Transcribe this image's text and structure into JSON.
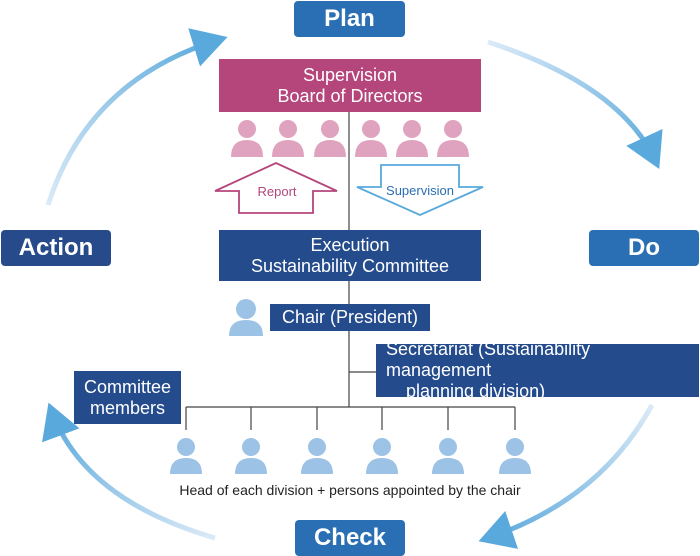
{
  "plan": "Plan",
  "do": "Do",
  "check": "Check",
  "action": "Action",
  "supervision_box": {
    "line1": "Supervision",
    "line2": "Board of Directors"
  },
  "report_label": "Report",
  "supervision_label": "Supervision",
  "execution_box": {
    "line1": "Execution",
    "line2": "Sustainability Committee"
  },
  "chair_label": "Chair (President)",
  "secretariat": {
    "line1": "Secretariat (Sustainability management",
    "line2": "planning division)"
  },
  "committee_members": {
    "line1": "Committee",
    "line2": "members"
  },
  "members_caption": "Head of each division + persons appointed by the chair",
  "colors": {
    "dark_blue": "#244b8c",
    "mid_blue": "#2a6fb3",
    "magenta": "#b5467c",
    "pink": "#e0a3bf",
    "light_blue": "#9cc3e6",
    "arrow_blue": "#5aa9dc"
  }
}
